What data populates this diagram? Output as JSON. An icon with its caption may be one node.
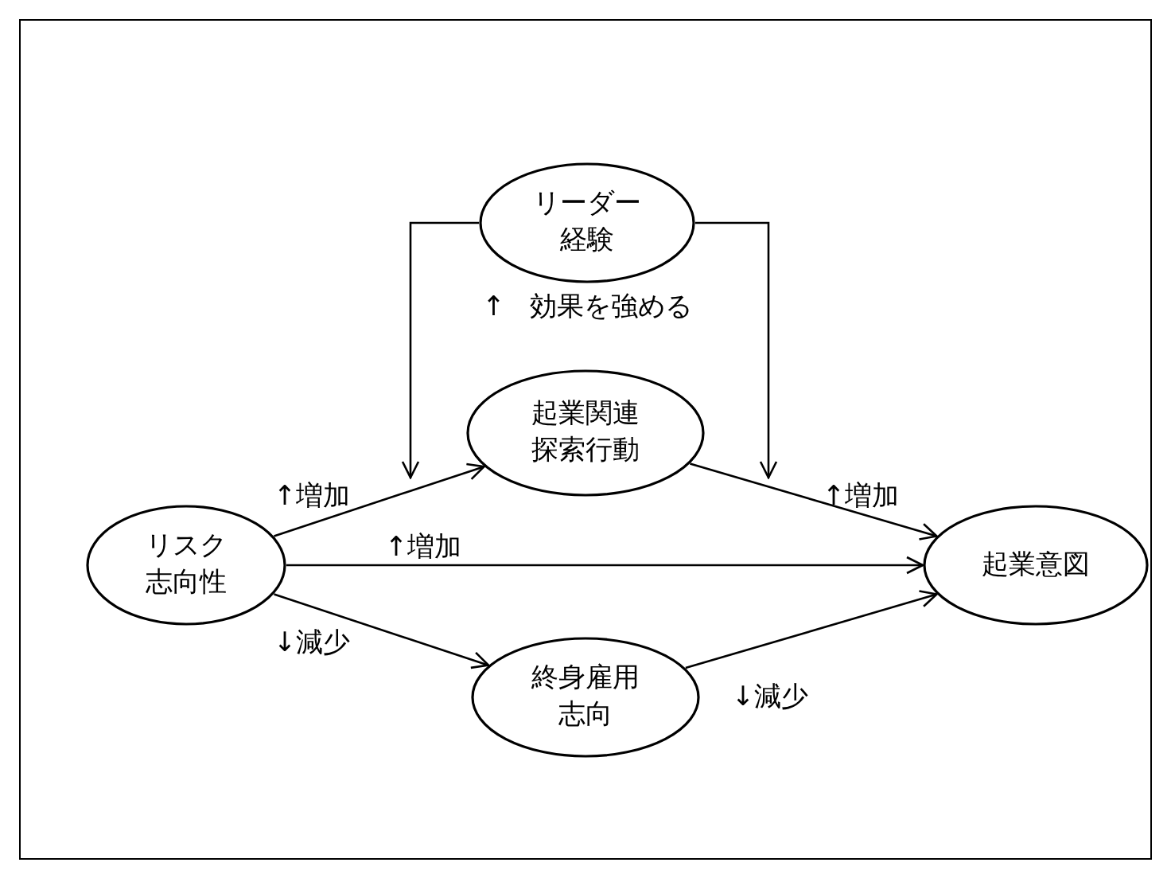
{
  "diagram": {
    "nodes": [
      {
        "text": [
          "リーダー経験"
        ]
      },
      {
        "text": [
          "起業関連探索行動"
        ]
      },
      {
        "text": [
          "リスク志向性"
        ]
      },
      {
        "text": [
          "起業意図"
        ]
      },
      {
        "text": [
          "終身雇用志向"
        ]
      }
    ],
    "edges": [
      {
        "from": 2,
        "to": 1,
        "arrow": "to",
        "label": "↑増加"
      },
      {
        "from": 2,
        "to": 3,
        "arrow": "to",
        "label": "↑増加"
      },
      {
        "from": 2,
        "to": 4,
        "arrow": "to",
        "label": "↓減少"
      },
      {
        "from": 1,
        "to": 3,
        "arrow": "to",
        "label": "↑増加"
      },
      {
        "from": 4,
        "to": 3,
        "arrow": "to",
        "label": "↓減少"
      },
      {
        "from": 0,
        "to": null,
        "arrow": "to"
      },
      {
        "from": 0,
        "to": null,
        "arrow": "to"
      }
    ],
    "labels": [
      "↑ 効果を強める"
    ]
  }
}
